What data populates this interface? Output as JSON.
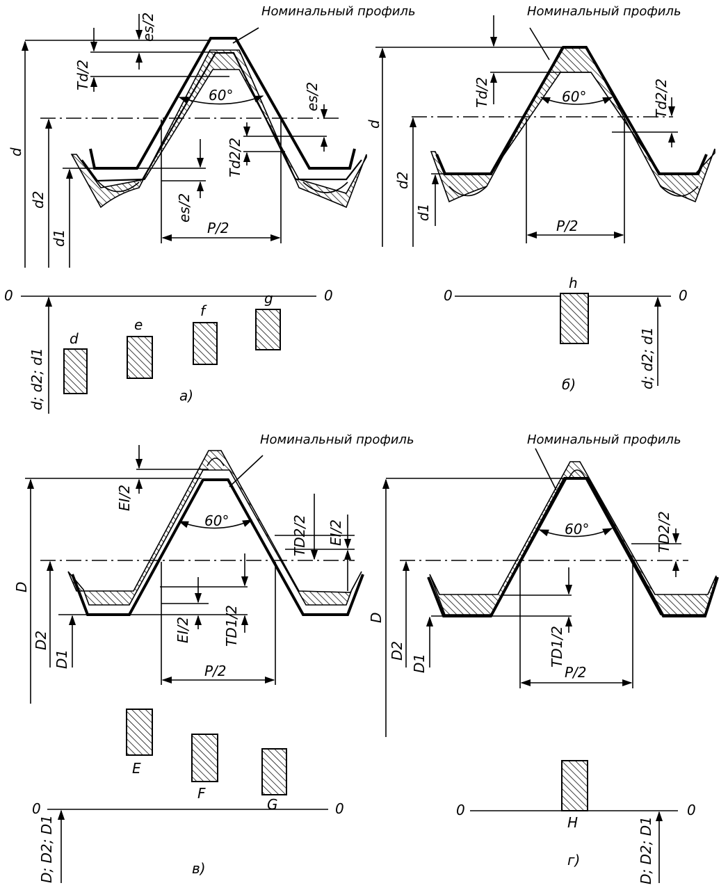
{
  "panels": {
    "a": {
      "caption": "а)",
      "nominal_profile": "Номинальный профиль",
      "angle": "60°",
      "dims": {
        "es_top": "es/2",
        "es_right": "es/2",
        "es_bottom": "es/2",
        "td": "Td/2",
        "td2": "Td2/2",
        "pitch": "P/2",
        "d": "d",
        "d2": "d2",
        "d1": "d1"
      },
      "axis_zero_left": "0",
      "axis_zero_right": "0",
      "axis_label": "d; d2; d1",
      "fields": [
        "d",
        "e",
        "f",
        "g"
      ]
    },
    "b": {
      "caption": "б)",
      "nominal_profile": "Номинальный профиль",
      "angle": "60°",
      "dims": {
        "td": "Td/2",
        "td2": "Td2/2",
        "pitch": "P/2",
        "d": "d",
        "d2": "d2",
        "d1": "d1"
      },
      "axis_zero_left": "0",
      "axis_zero_right": "0",
      "axis_label": "d; d2; d1",
      "fields": [
        "h"
      ]
    },
    "v": {
      "caption": "в)",
      "nominal_profile": "Номинальный профиль",
      "angle": "60°",
      "dims": {
        "ei_top": "EI/2",
        "ei_right": "EI/2",
        "ei_bottom": "EI/2",
        "td2": "TD2/2",
        "td1": "TD1/2",
        "pitch": "P/2",
        "D": "D",
        "D2": "D2",
        "D1": "D1"
      },
      "axis_zero_left": "0",
      "axis_zero_right": "0",
      "axis_label": "D; D2; D1",
      "fields": [
        "E",
        "F",
        "G"
      ]
    },
    "g": {
      "caption": "г)",
      "nominal_profile": "Номинальный профиль",
      "angle": "60°",
      "dims": {
        "td2": "TD2/2",
        "td1": "TD1/2",
        "pitch": "P/2",
        "D": "D",
        "D2": "D2",
        "D1": "D1"
      },
      "axis_zero_left": "0",
      "axis_zero_right": "0",
      "axis_label": "D; D2; D1",
      "fields": [
        "H"
      ]
    }
  }
}
